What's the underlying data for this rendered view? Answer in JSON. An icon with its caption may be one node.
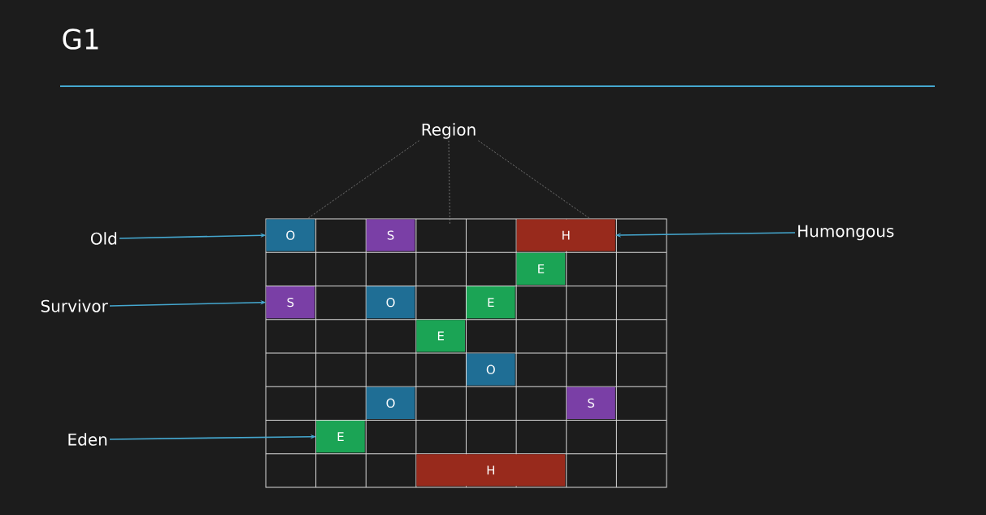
{
  "diagram": {
    "title": "G1",
    "nodes": [
      {
        "text": [
          "Region"
        ]
      },
      {
        "text": [],
        "shape": "box"
      },
      {
        "text": [
          "O"
        ],
        "in": 1
      },
      {
        "text": [
          "S"
        ],
        "in": 1
      },
      {
        "text": [
          "H"
        ],
        "in": 1
      },
      {
        "text": [
          "E"
        ],
        "in": 1
      },
      {
        "text": [
          "S"
        ],
        "in": 1
      },
      {
        "text": [
          "O"
        ],
        "in": 1
      },
      {
        "text": [
          "E"
        ],
        "in": 1
      },
      {
        "text": [
          "E"
        ],
        "in": 1
      },
      {
        "text": [
          "O"
        ],
        "in": 1
      },
      {
        "text": [
          "O"
        ],
        "in": 1
      },
      {
        "text": [
          "S"
        ],
        "in": 1
      },
      {
        "text": [
          "E"
        ],
        "in": 1
      },
      {
        "text": [
          "H"
        ],
        "in": 1
      },
      {
        "text": [
          "Old"
        ]
      },
      {
        "text": [
          "Survivor"
        ]
      },
      {
        "text": [
          "Eden"
        ]
      },
      {
        "text": [
          "Humongous"
        ]
      }
    ],
    "edges": [
      {
        "from": 15,
        "to": 2,
        "arrow": "to"
      },
      {
        "from": 18,
        "to": 4,
        "arrow": "to"
      },
      {
        "from": 16,
        "to": 6,
        "arrow": "to"
      },
      {
        "from": 17,
        "to": 13,
        "arrow": "to"
      },
      {
        "from": 0,
        "to": 1,
        "arrow": "none",
        "style": "dashed",
        "color": "#8a8a8a"
      },
      {
        "from": 0,
        "to": 1,
        "arrow": "none",
        "style": "dashed",
        "color": "#8a8a8a"
      },
      {
        "from": 0,
        "to": 1,
        "arrow": "none",
        "style": "dashed",
        "color": "#8a8a8a"
      }
    ]
  }
}
